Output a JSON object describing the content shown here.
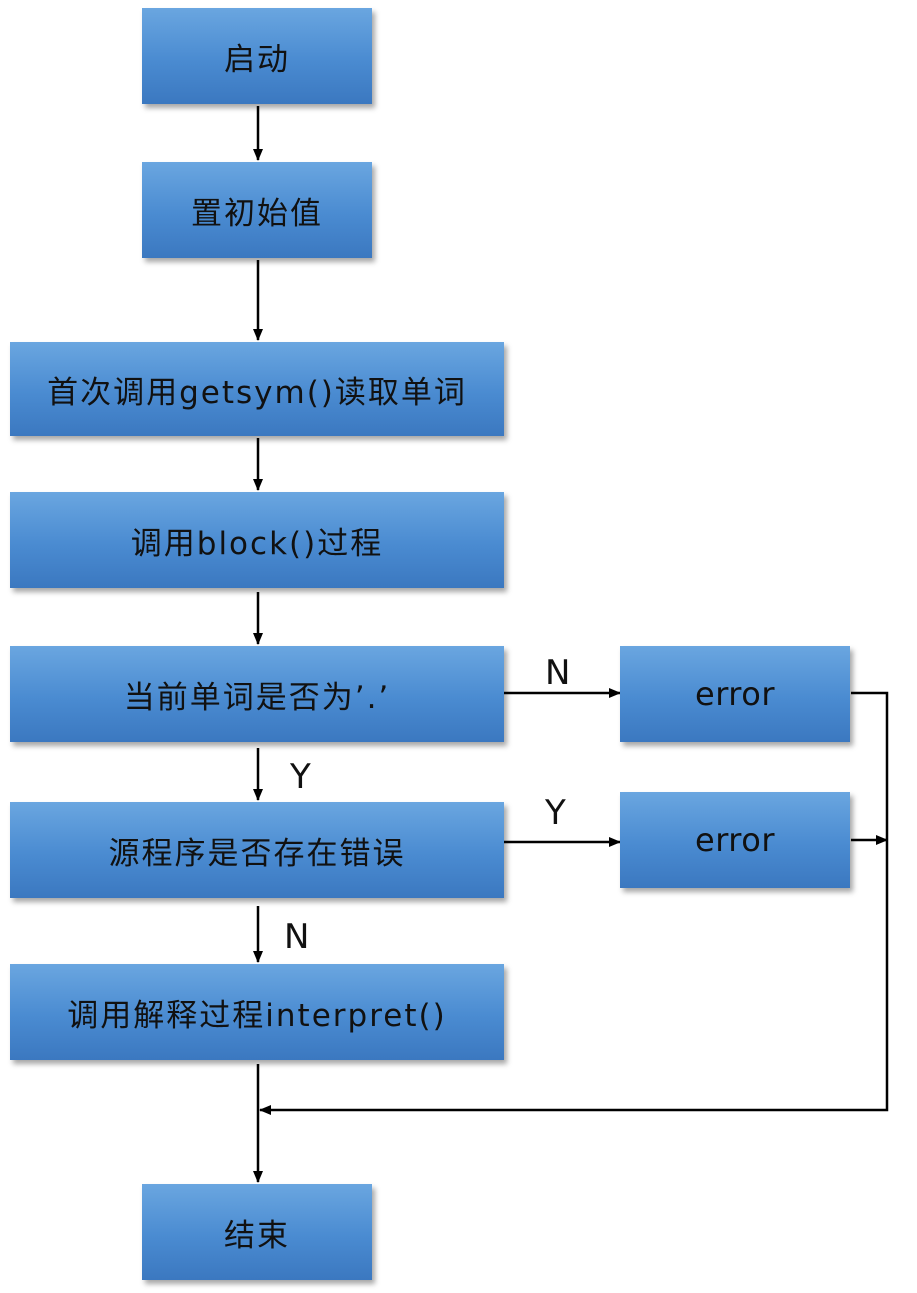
{
  "nodes": {
    "start": "启动",
    "init": "置初始值",
    "getsym": "首次调用getsym()读取单词",
    "block": "调用block()过程",
    "check_dot": "当前单词是否为’.’",
    "check_error": "源程序是否存在错误",
    "interpret": "调用解释过程interpret()",
    "end": "结束",
    "error1": "error",
    "error2": "error"
  },
  "edge_labels": {
    "dot_no": "N",
    "dot_yes": "Y",
    "error_yes": "Y",
    "error_no": "N"
  }
}
